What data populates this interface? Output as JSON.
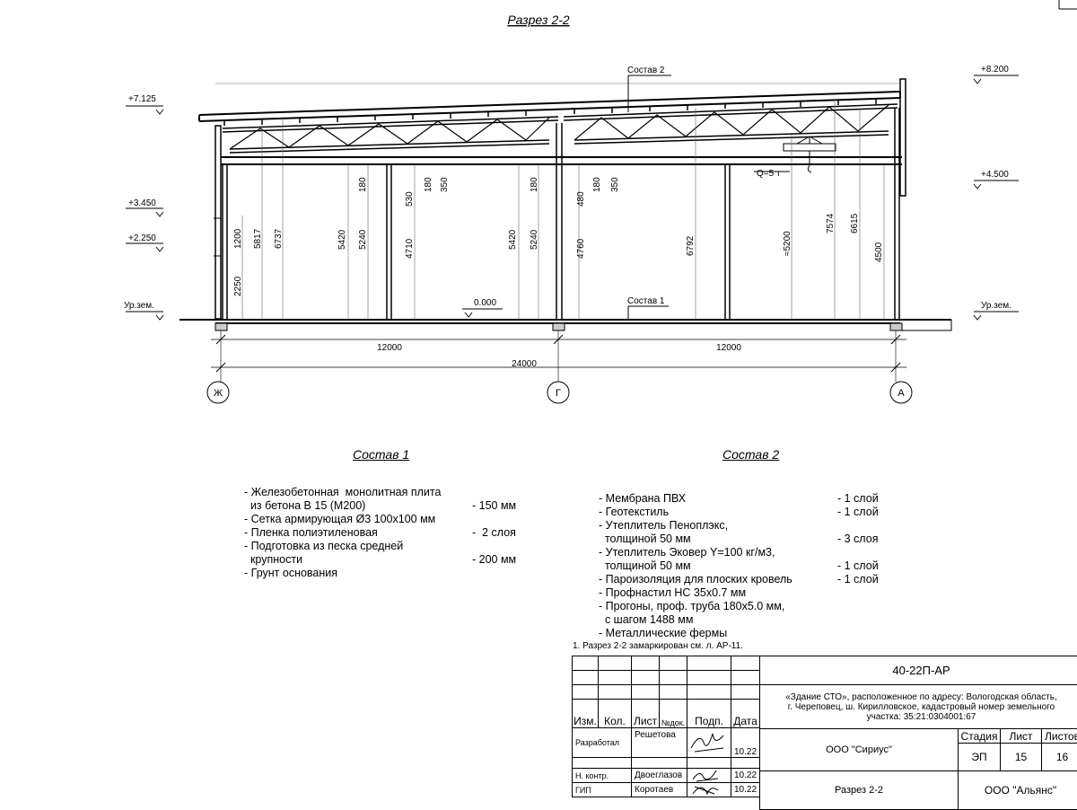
{
  "section_title": "Разрез 2-2",
  "levels": {
    "l7125": "+7.125",
    "l8200": "+8.200",
    "l4500": "+4.500",
    "l3450": "+3.450",
    "l2250": "+2.250",
    "ground_left": "Ур.зем.",
    "ground_right": "Ур.зем.",
    "zero": "0.000"
  },
  "callouts": {
    "sostav2": "Состав 2",
    "sostav1": "Состав 1",
    "crane": "Q=5 т"
  },
  "vertical_dims": [
    "2250",
    "1200",
    "5817",
    "6737",
    "5420",
    "5240",
    "180",
    "530",
    "4710",
    "180",
    "350",
    "5420",
    "5240",
    "180",
    "480",
    "4760",
    "180",
    "350",
    "6792",
    "≈5200",
    "7574",
    "6615",
    "4500"
  ],
  "horizontal_dims": {
    "left_span": "12000",
    "right_span": "12000",
    "total": "24000"
  },
  "axes": [
    "Ж",
    "Г",
    "А"
  ],
  "sostav1": {
    "title": "Состав 1",
    "rows": [
      {
        "text": "- Железобетонная  монолитная плита",
        "qty": ""
      },
      {
        "text": "  из бетона В 15 (М200)",
        "qty": "- 150 мм"
      },
      {
        "text": "- Сетка армирующая Ø3 100х100 мм",
        "qty": ""
      },
      {
        "text": "- Пленка полиэтиленовая",
        "qty": "-  2 слоя"
      },
      {
        "text": "- Подготовка из песка средней",
        "qty": ""
      },
      {
        "text": "  крупности",
        "qty": "- 200 мм"
      },
      {
        "text": "- Грунт основания",
        "qty": ""
      }
    ]
  },
  "sostav2": {
    "title": "Состав 2",
    "rows": [
      {
        "text": "- Мембрана ПВХ",
        "qty": "- 1 слой"
      },
      {
        "text": "- Геотекстиль",
        "qty": "- 1 слой"
      },
      {
        "text": "- Утеплитель Пеноплэкс,",
        "qty": ""
      },
      {
        "text": "  толщиной 50 мм",
        "qty": "- 3 слоя"
      },
      {
        "text": "- Утеплитель Эковер Y=100 кг/м3,",
        "qty": ""
      },
      {
        "text": "  толщиной 50 мм",
        "qty": "- 1 слой"
      },
      {
        "text": "- Пароизоляция для плоских кровель",
        "qty": "- 1 слой"
      },
      {
        "text": "- Профнастил НС 35х0.7 мм",
        "qty": ""
      },
      {
        "text": "- Прогоны, проф. труба 180х5.0 мм,",
        "qty": ""
      },
      {
        "text": "  с шагом 1488 мм",
        "qty": ""
      },
      {
        "text": "- Металлические фермы",
        "qty": ""
      }
    ]
  },
  "note": "1. Разрез 2-2 замаркирован см. л. АР-11.",
  "title_block": {
    "code": "40-22П-АР",
    "project_line1": "«Здание СТО», расположенное по адресу: Вологодская область,",
    "project_line2": "г. Череповец, ш. Кирилловское, кадастровый номер земельного",
    "project_line3": "участка: 35:21:0304001:67",
    "h_izm": "Изм.",
    "h_kol": "Кол.",
    "h_list": "Лист",
    "h_ndok": "№док.",
    "h_podp": "Подп.",
    "h_data": "Дата",
    "r1_role": "Разработал",
    "r1_name": "Решетова",
    "r1_date": "10.22",
    "r2_role": "Н. контр.",
    "r2_name": "Двоеглазов",
    "r2_date": "10.22",
    "r3_role": "ГИП",
    "r3_name": "Коротаев",
    "r3_date": "10.22",
    "company_top": "ООО \"Сириус\"",
    "h_stadia": "Стадия",
    "h_list2": "Лист",
    "h_listov": "Листов",
    "stadia": "ЭП",
    "list": "15",
    "listov": "16",
    "sheet_name": "Разрез 2-2",
    "company_bottom": "ООО \"Альянс\""
  }
}
